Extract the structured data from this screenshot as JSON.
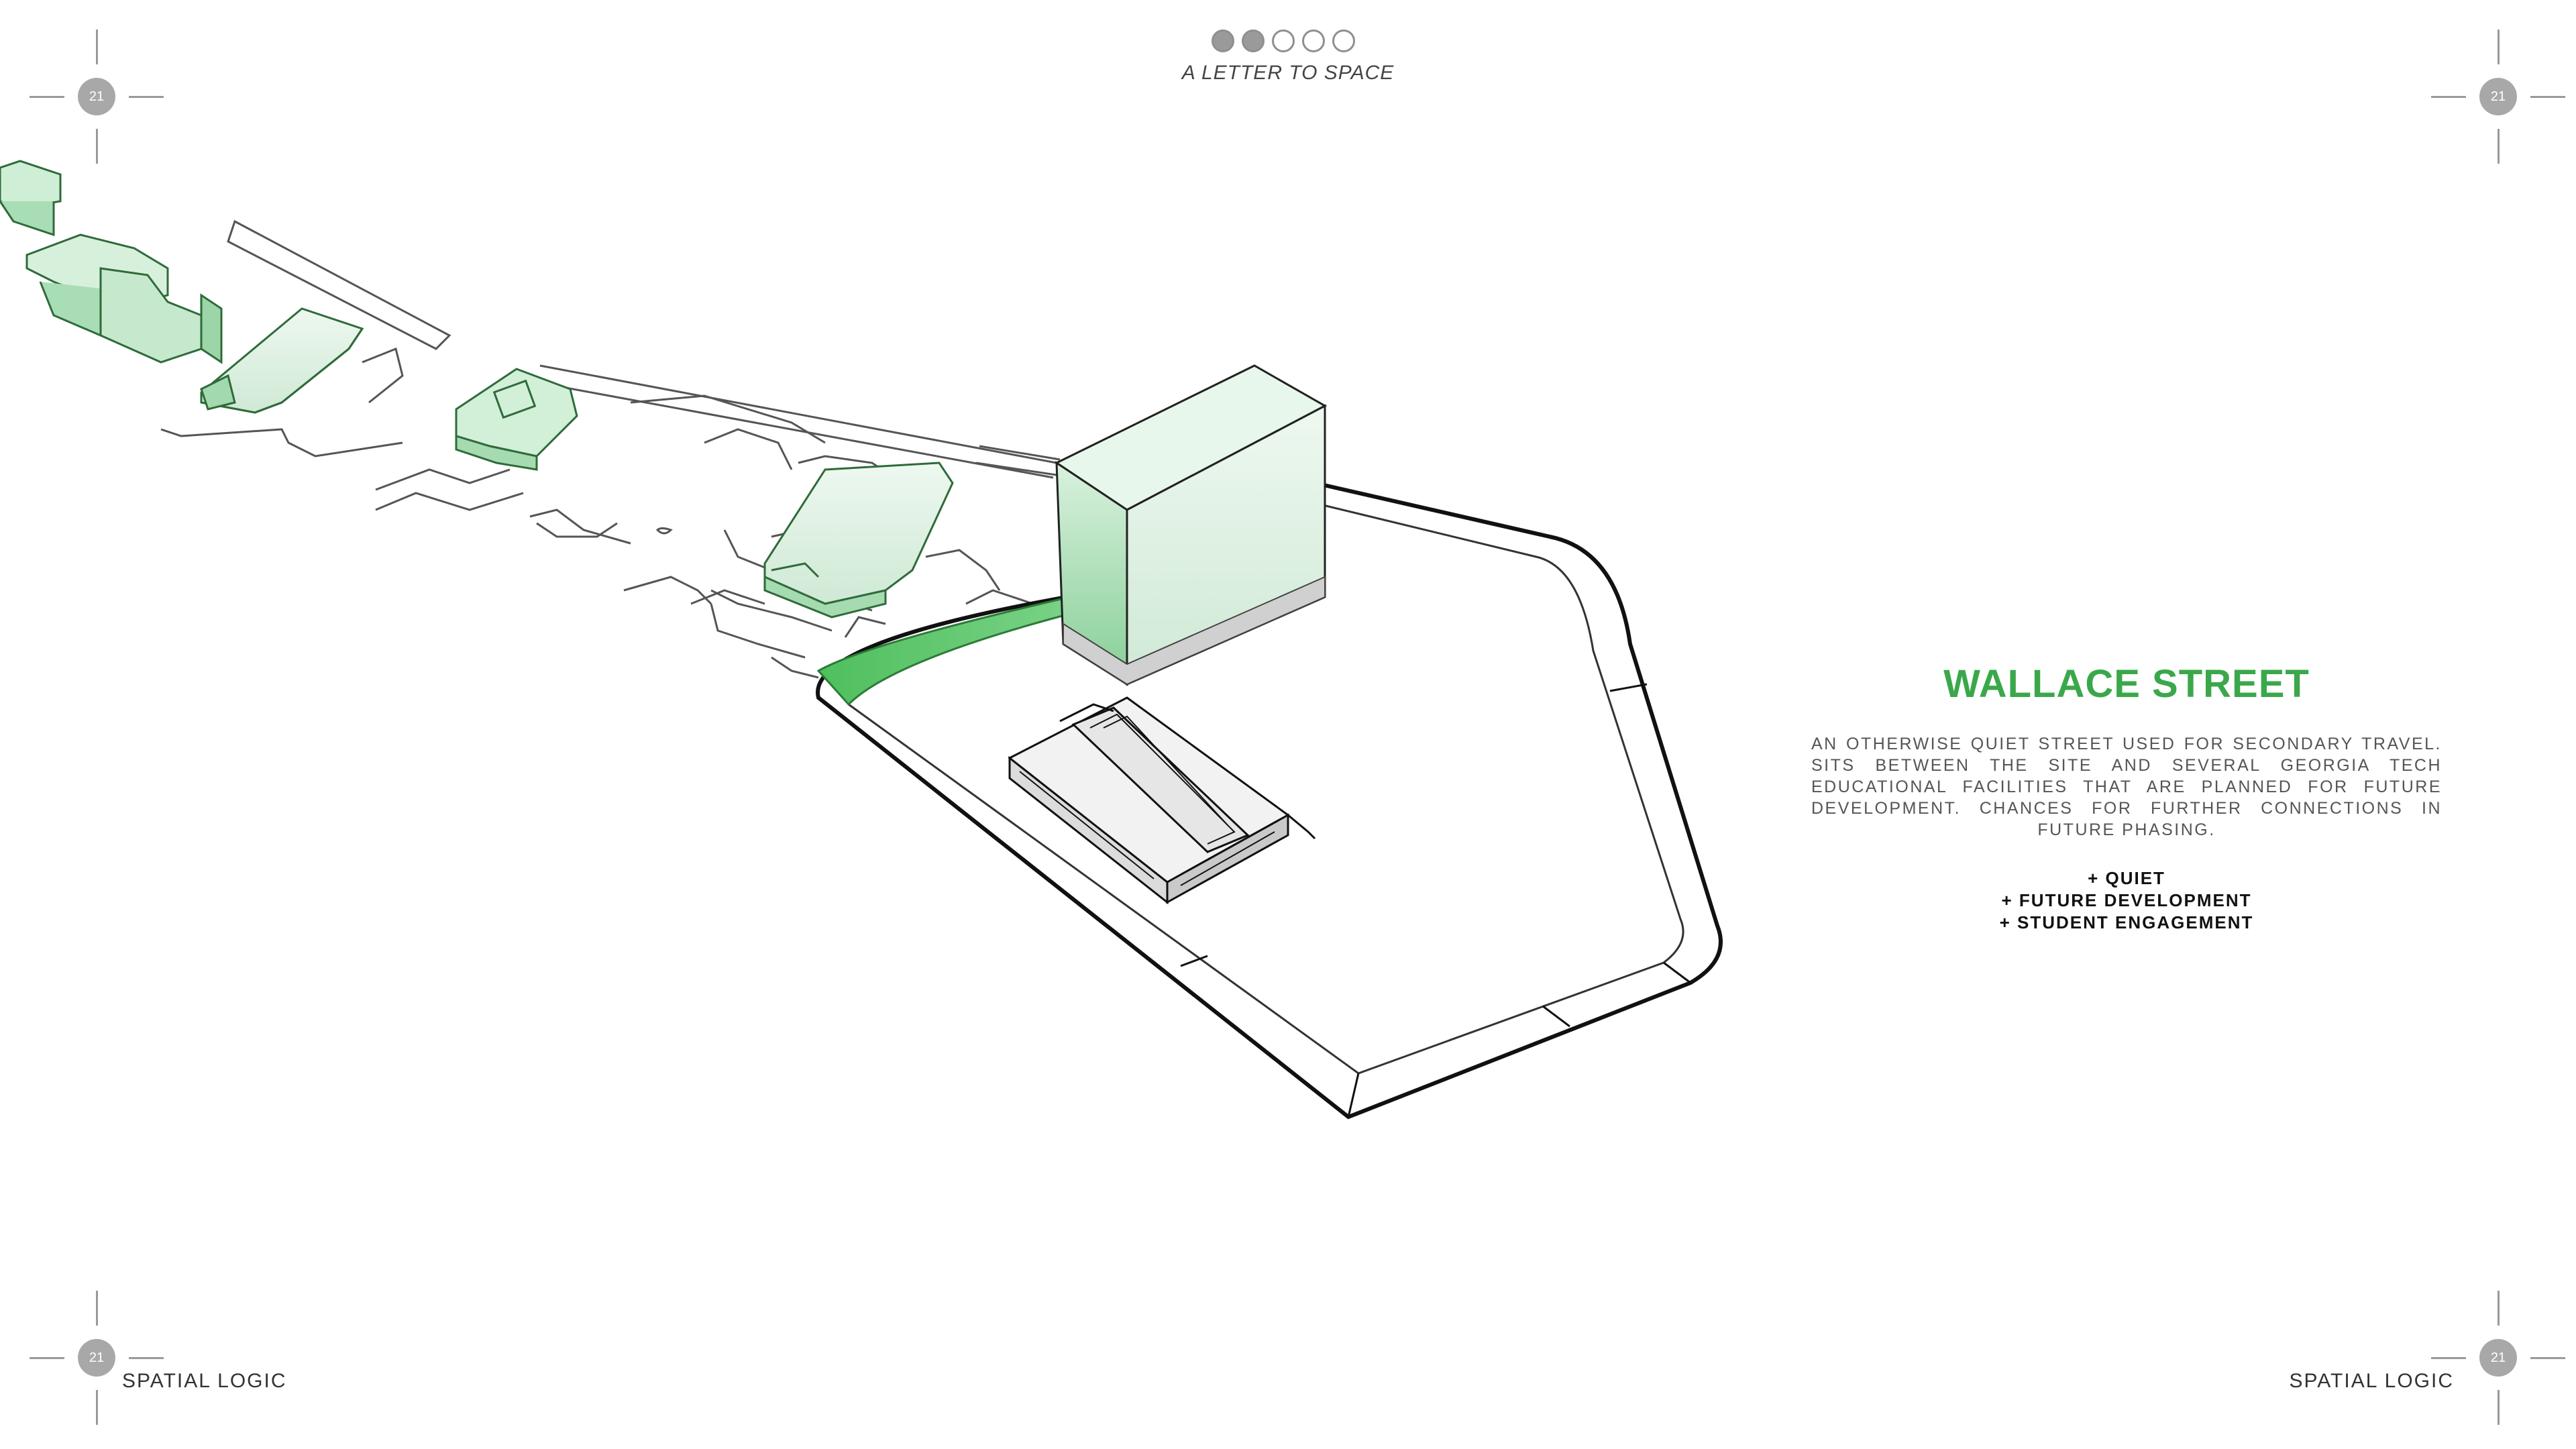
{
  "header": {
    "title": "A LETTER TO SPACE",
    "progress": {
      "total": 5,
      "filled": 2
    }
  },
  "page_number": "21",
  "footer": {
    "left": "SPATIAL LOGIC",
    "right": "SPATIAL LOGIC"
  },
  "panel": {
    "title": "WALLACE STREET",
    "description": "AN OTHERWISE QUIET STREET USED FOR SECONDARY TRAVEL. SITS BETWEEN THE SITE AND SEVERAL GEORGIA TECH EDUCATIONAL FACILITIES THAT ARE PLANNED FOR FUTURE DEVELOPMENT. CHANCES FOR FURTHER CONNECTIONS IN FUTURE PHASING.",
    "points": [
      "+ QUIET",
      "+ FUTURE DEVELOPMENT",
      "+ STUDENT ENGAGEMENT"
    ]
  },
  "colors": {
    "accent": "#3aa84a",
    "building_fill": "#bfe6c8",
    "building_stroke": "#2f6b3a"
  }
}
